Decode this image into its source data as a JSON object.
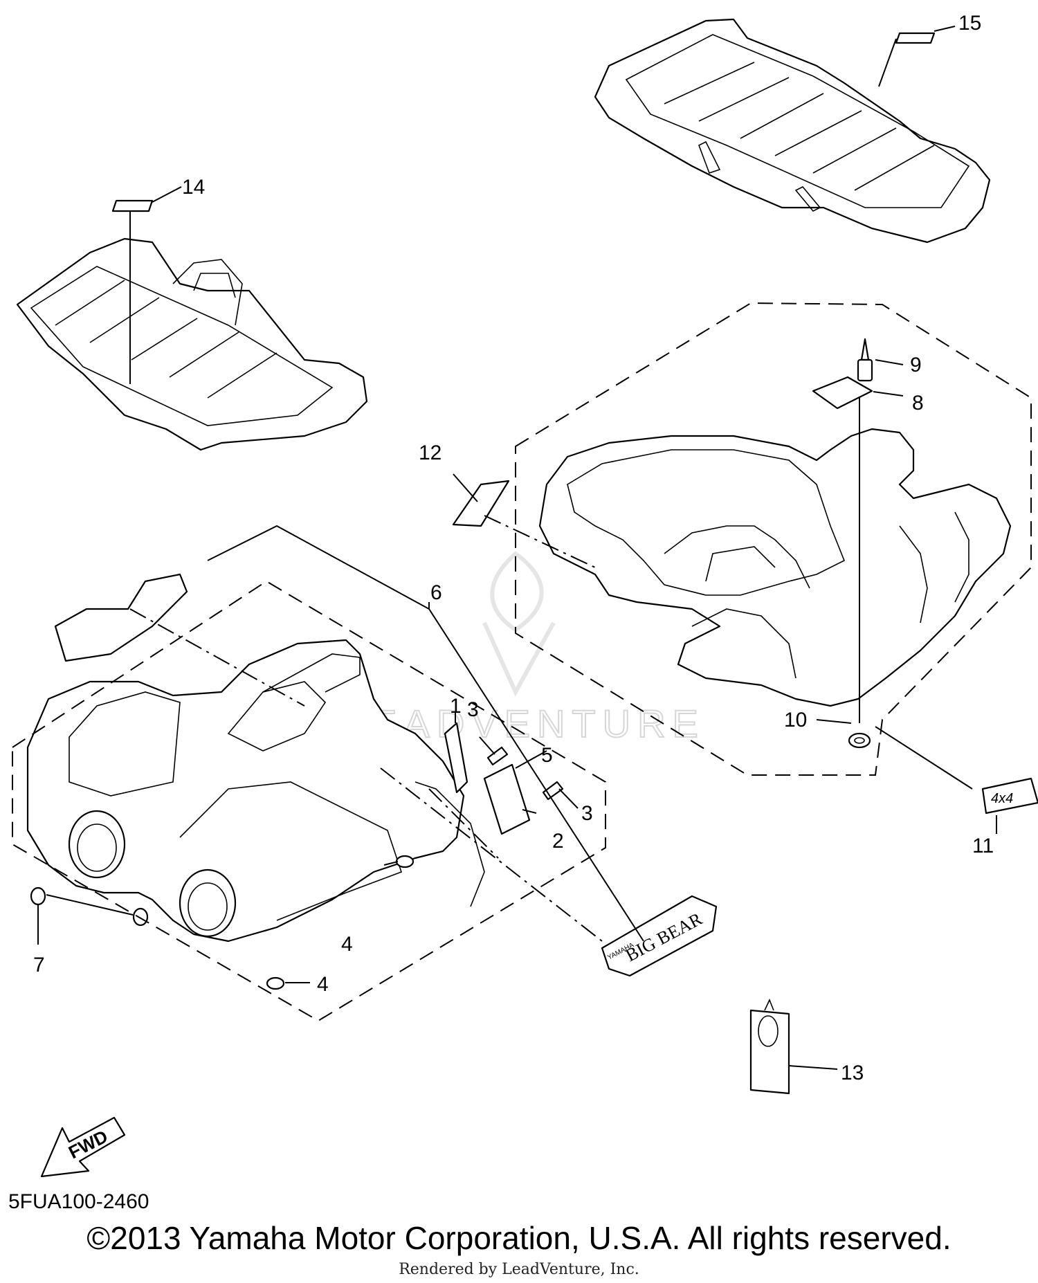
{
  "diagram": {
    "code": "5FUA100-2460",
    "copyright": "©2013 Yamaha Motor Corporation, U.S.A. All rights reserved.",
    "rendered_by": "Rendered by LeadVenture, Inc.",
    "watermark_text": "LEADVENTURE",
    "fwd_label": "FWD",
    "decal_4x4_text": "4x4",
    "decal_brand_text": "YAMAHA",
    "decal_model_text": "BIG BEAR",
    "callouts": {
      "c1": "1",
      "c2": "2",
      "c3a": "3",
      "c3b": "3",
      "c4a": "4",
      "c4b": "4",
      "c5": "5",
      "c6": "6",
      "c7": "7",
      "c8": "8",
      "c9": "9",
      "c10": "10",
      "c11": "11",
      "c12": "12",
      "c13": "13",
      "c14": "14",
      "c15": "15"
    }
  }
}
